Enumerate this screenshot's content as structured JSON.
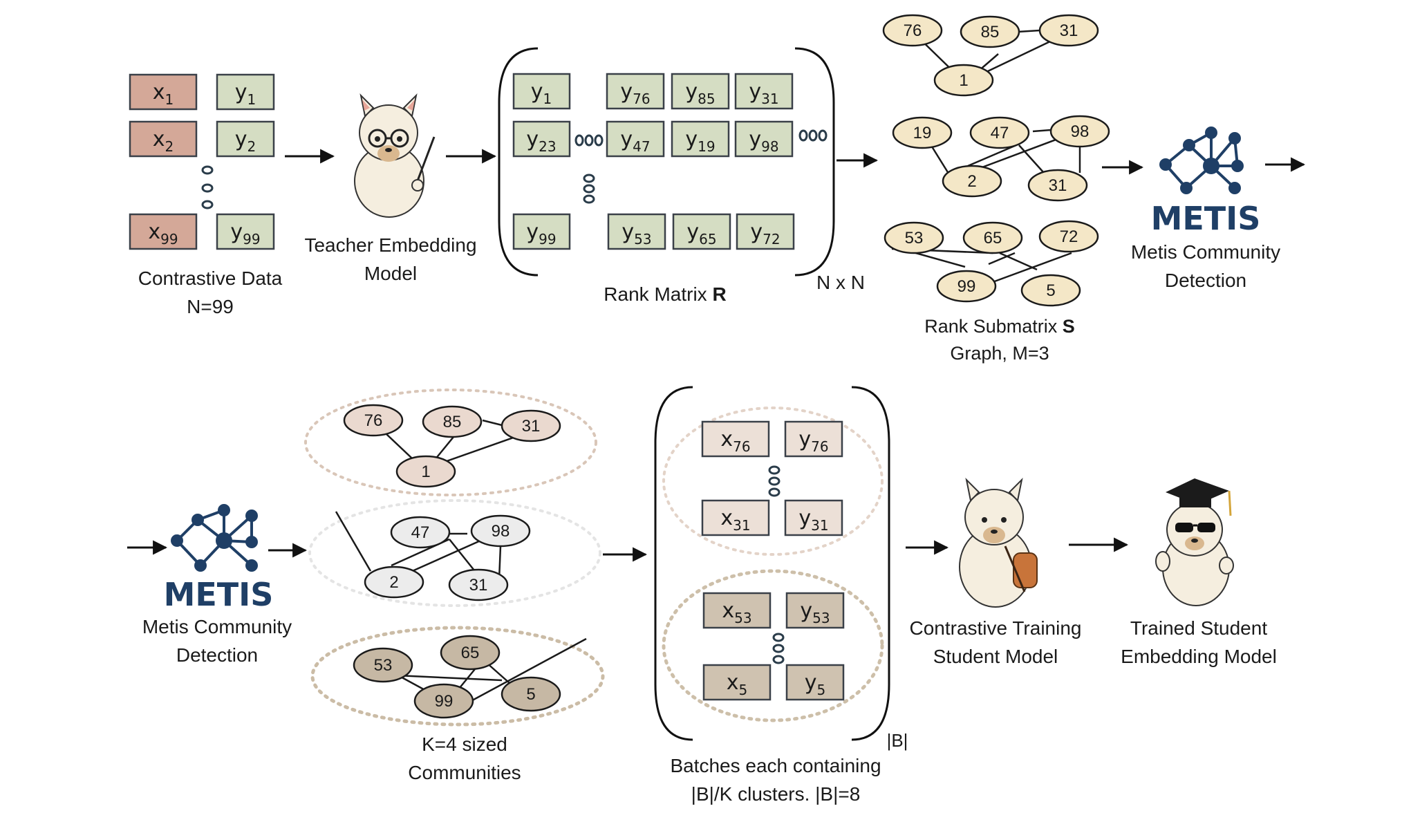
{
  "colors": {
    "x_fill": "#d4a898",
    "y_fill": "#d5ddc3",
    "box_stroke": "#3a4048",
    "node_fill": "#f4e7c7",
    "community1_fill": "#ead9cf",
    "community2_fill": "#ececec",
    "community3_fill": "#c6b8a4",
    "batch_x1": "#ece0d7",
    "batch_x2": "#cfc2b0",
    "metis_blue": "#1f3f66",
    "dots": "#2a3c4a"
  },
  "data": {
    "x_items": [
      {
        "b": "x",
        "s": "1"
      },
      {
        "b": "x",
        "s": "2"
      },
      {
        "b": "x",
        "s": "99"
      }
    ],
    "y_items": [
      {
        "b": "y",
        "s": "1"
      },
      {
        "b": "y",
        "s": "2"
      },
      {
        "b": "y",
        "s": "99"
      }
    ],
    "caption_line1": "Contrastive Data",
    "caption_line2": "N=99"
  },
  "teacher": {
    "line1": "Teacher Embedding",
    "line2": "Model",
    "icon": "llama-teacher-icon"
  },
  "rank_matrix": {
    "row1": [
      {
        "b": "y",
        "s": "1"
      },
      {
        "b": "y",
        "s": "76"
      },
      {
        "b": "y",
        "s": "85"
      },
      {
        "b": "y",
        "s": "31"
      }
    ],
    "row2": [
      {
        "b": "y",
        "s": "23"
      },
      {
        "b": "y",
        "s": "47"
      },
      {
        "b": "y",
        "s": "19"
      },
      {
        "b": "y",
        "s": "98"
      }
    ],
    "row3": [
      {
        "b": "y",
        "s": "99"
      },
      {
        "b": "y",
        "s": "53"
      },
      {
        "b": "y",
        "s": "65"
      },
      {
        "b": "y",
        "s": "72"
      }
    ],
    "caption": "Rank Matrix ",
    "caption_bold": "R",
    "dims": "N x N"
  },
  "submatrix": {
    "graph1": [
      "76",
      "85",
      "31",
      "1"
    ],
    "graph2": [
      "19",
      "47",
      "98",
      "2",
      "31"
    ],
    "graph3": [
      "53",
      "65",
      "72",
      "99",
      "5"
    ],
    "caption_line1": "Rank Submatrix ",
    "caption_bold": "S",
    "caption_line2": "Graph, M=3"
  },
  "metis_top": {
    "word": "METIS",
    "line1": "Metis Community",
    "line2": "Detection",
    "icon": "network-graph-icon"
  },
  "metis_bottom": {
    "word": "METIS",
    "line1": "Metis Community",
    "line2": "Detection",
    "icon": "network-graph-icon"
  },
  "communities": {
    "c1": [
      "76",
      "85",
      "31",
      "1"
    ],
    "c2": [
      "47",
      "98",
      "2",
      "31"
    ],
    "c3": [
      "53",
      "65",
      "99",
      "5"
    ],
    "caption_line1": "K=4 sized",
    "caption_line2": "Communities"
  },
  "batches": {
    "group1": [
      {
        "b": "x",
        "s": "76"
      },
      {
        "b": "y",
        "s": "76"
      },
      {
        "b": "x",
        "s": "31"
      },
      {
        "b": "y",
        "s": "31"
      }
    ],
    "group2": [
      {
        "b": "x",
        "s": "53"
      },
      {
        "b": "y",
        "s": "53"
      },
      {
        "b": "x",
        "s": "5"
      },
      {
        "b": "y",
        "s": "5"
      }
    ],
    "size_label": "|B|",
    "caption_line1": "Batches each containing",
    "caption_line2": "|B|/K clusters. |B|=8"
  },
  "student": {
    "line1": "Contrastive Training",
    "line2": "Student Model",
    "icon": "llama-student-icon"
  },
  "trained": {
    "line1": "Trained Student",
    "line2": "Embedding Model",
    "icon": "llama-graduate-icon"
  }
}
